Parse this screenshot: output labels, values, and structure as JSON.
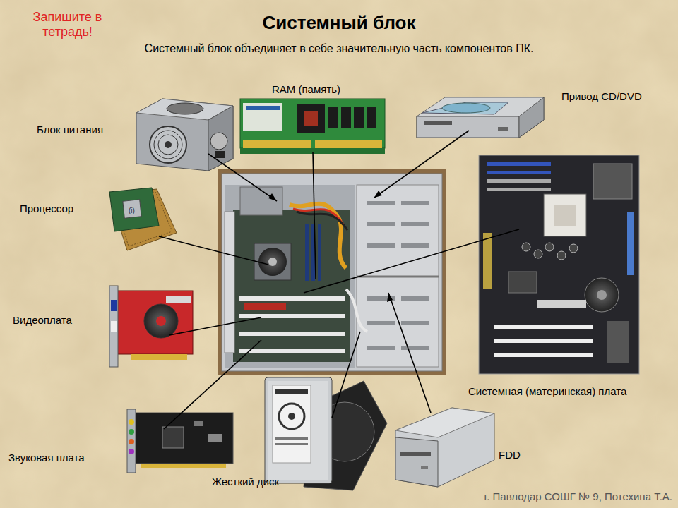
{
  "diagram": {
    "title": "Системный блок",
    "labels": [
      "Запишите в тетрадь!",
      "Системный блок объединяет в себе значительную часть компонентов ПК.",
      "RAM (память)",
      "Привод CD/DVD",
      "Блок питания",
      "Процессор",
      "Видеоплата",
      "Системная (материнская) плата",
      "Звуковая плата",
      "Жесткий диск",
      "FDD",
      "г. Павлодар СОШГ № 9, Потехина Т.А."
    ]
  }
}
